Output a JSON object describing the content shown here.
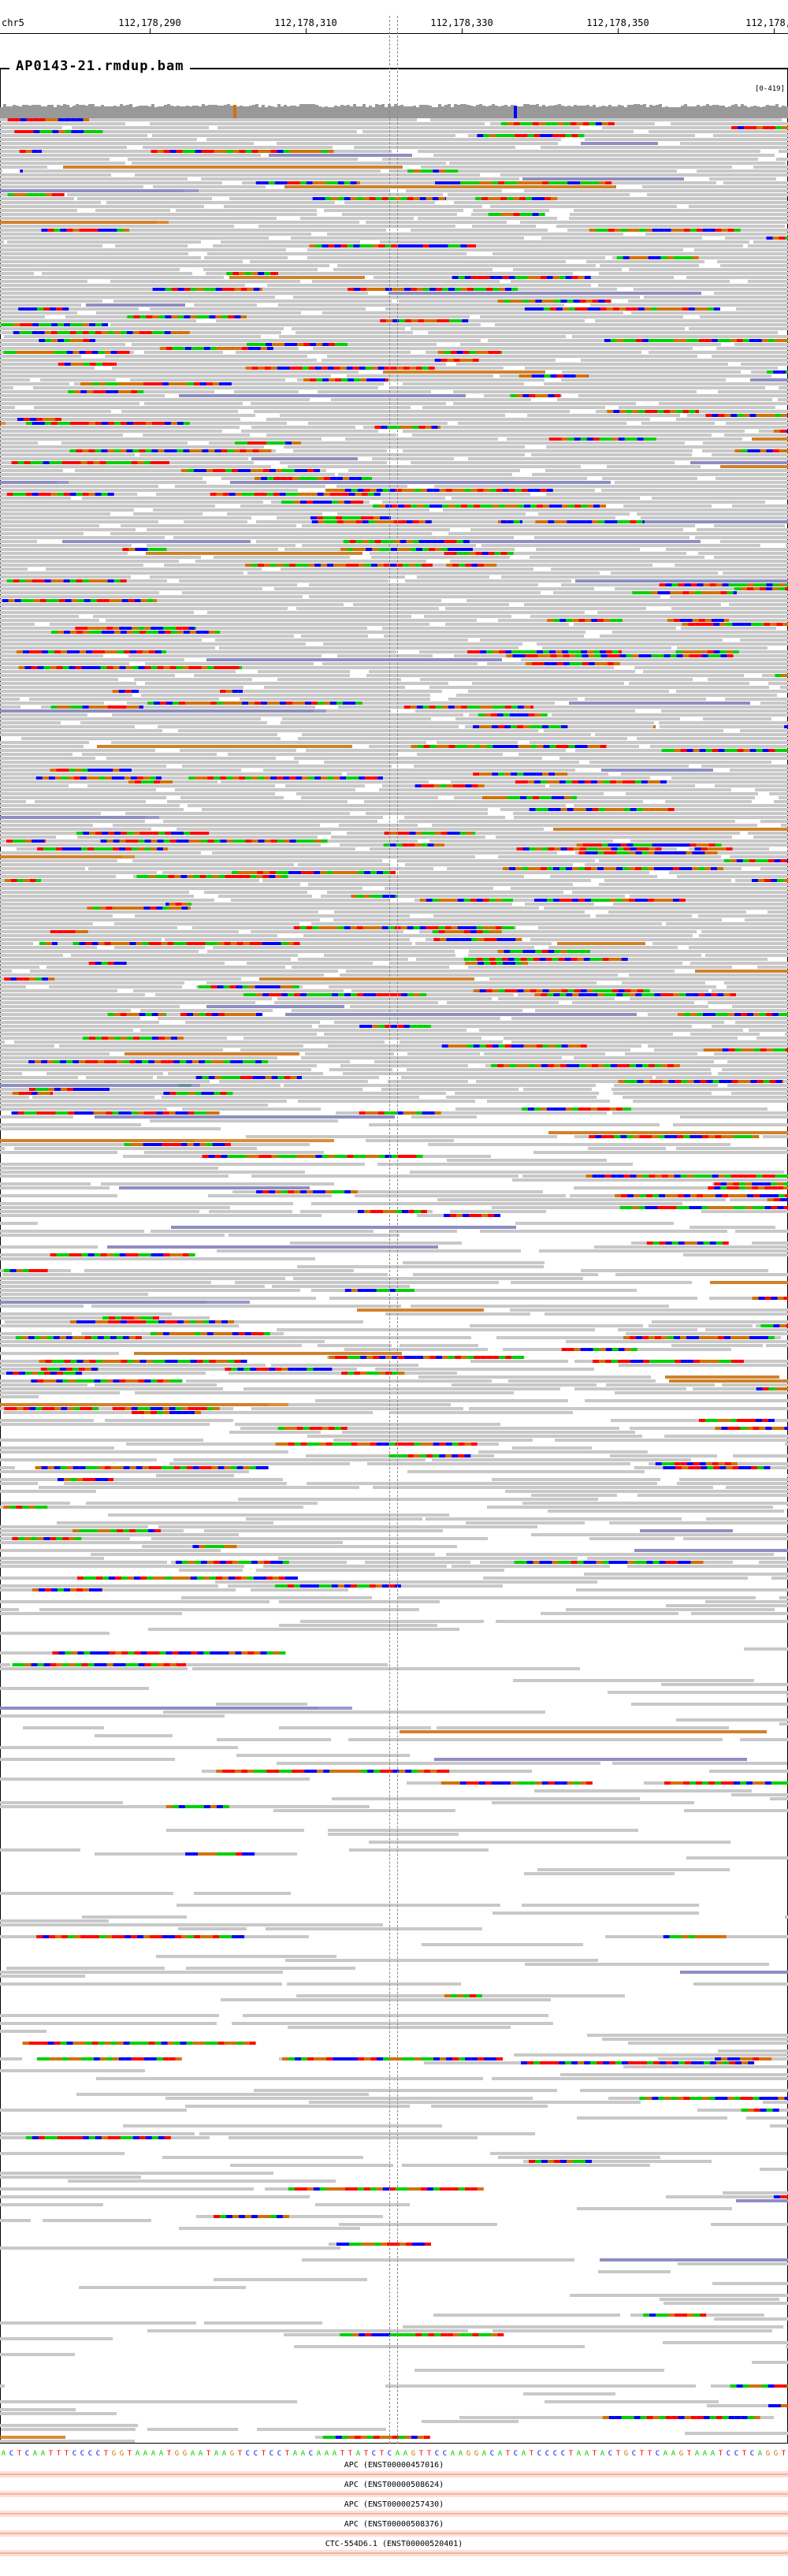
{
  "ruler": {
    "chromosome": "chr5",
    "ticks": [
      "112,178,290",
      "112,178,310",
      "112,178,330",
      "112,178,350",
      "112,178,"
    ]
  },
  "track": {
    "name": "AP0143-21.rmdup.bam",
    "coverage_range": "[0-419]"
  },
  "reference_sequence": "ACTCAATTTCCCCTGGTAAAATGGAATAAGTCCTCCTAACAAATTATCTCAAGTTCCAAGGACATCATCCCCTAATACTGCTTCAAGTAAATCCTCAGGT",
  "transcripts": [
    {
      "label": "APC (ENST00000457016)"
    },
    {
      "label": "APC (ENST00000508624)"
    },
    {
      "label": "APC (ENST00000257430)"
    },
    {
      "label": "APC (ENST00000508376)"
    },
    {
      "label": "CTC-554D6.1 (ENST00000520401)"
    }
  ],
  "colors": {
    "read": "#c8c8c8",
    "base_A": "#00d000",
    "base_C": "#0000ff",
    "base_G": "#d17105",
    "base_T": "#ff0000",
    "insertion": "#8080c0",
    "transcript": "#f4b3a2"
  },
  "icons": {
    "coverage": "coverage-histogram-icon"
  }
}
